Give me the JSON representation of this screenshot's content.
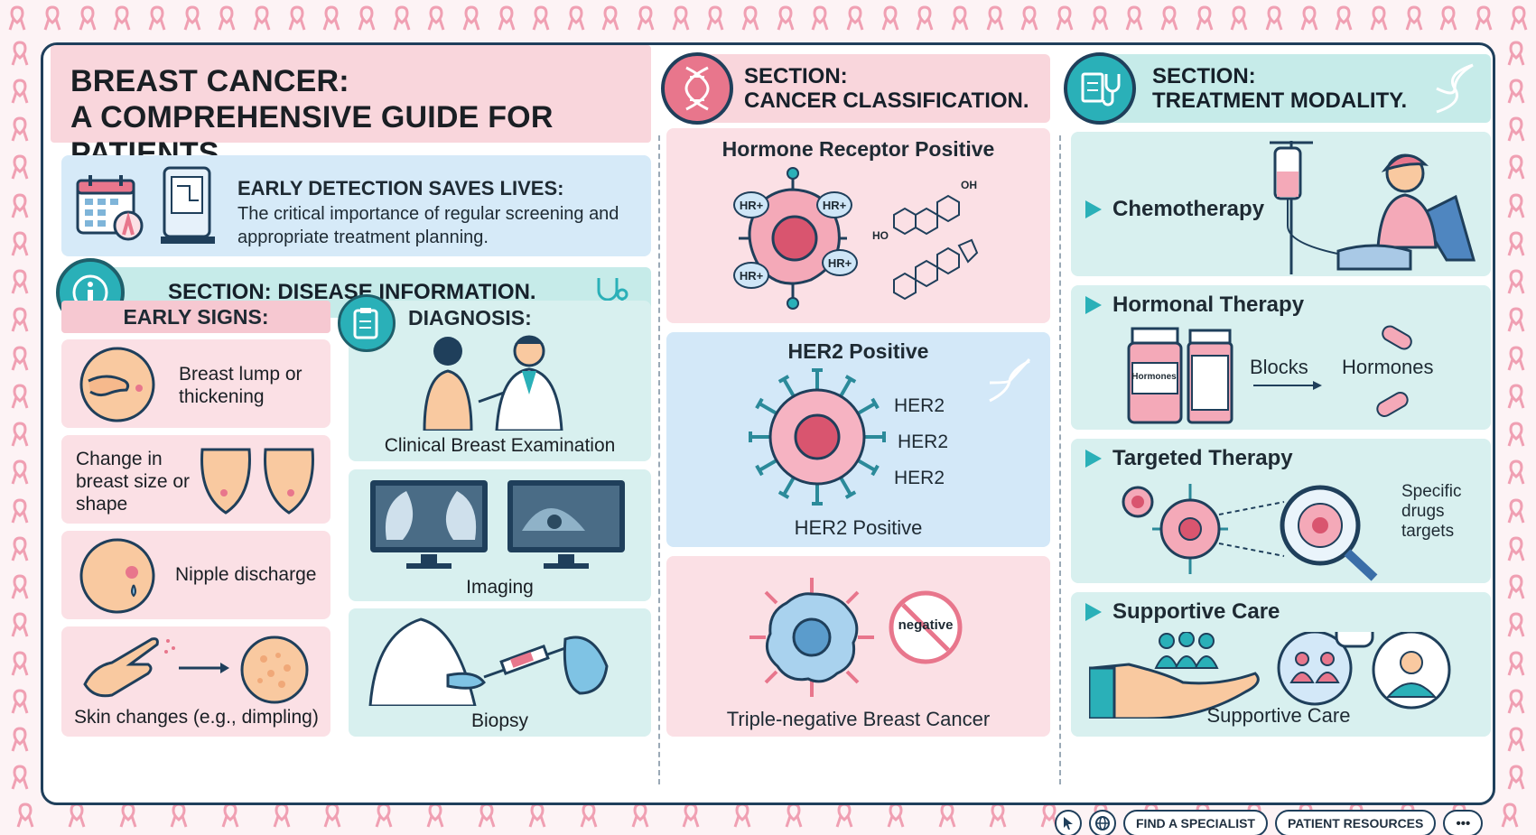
{
  "title": {
    "line1": "BREAST CANCER:",
    "line2": "A COMPREHENSIVE GUIDE FOR PATIENTS"
  },
  "early_detection": {
    "heading": "EARLY DETECTION SAVES LIVES:",
    "text": "The critical importance of regular screening and appropriate treatment planning."
  },
  "disease_info": {
    "section_label": "SECTION: DISEASE INFORMATION.",
    "early_signs_label": "EARLY SIGNS:",
    "signs": [
      "Breast lump or thickening",
      "Change in breast size or shape",
      "Nipple discharge",
      "Skin changes (e.g., dimpling)"
    ],
    "diagnosis_label": "DIAGNOSIS:",
    "diagnosis": [
      "Clinical Breast Examination",
      "Imaging",
      "Biopsy"
    ]
  },
  "classification": {
    "section_line1": "SECTION:",
    "section_line2": "CANCER CLASSIFICATION.",
    "hr_title": "Hormone Receptor Positive",
    "hr_marker": "HR+",
    "chem_oh": "OH",
    "chem_ho": "HO",
    "her2_title": "HER2 Positive",
    "her2_markers": [
      "HER2",
      "HER2",
      "HER2"
    ],
    "her2_caption": "HER2 Positive",
    "negative_sign": "negative",
    "tnbc_caption": "Triple-negative Breast Cancer"
  },
  "treatment": {
    "section_line1": "SECTION:",
    "section_line2": "TREATMENT MODALITY.",
    "chemo": "Chemotherapy",
    "hormonal": "Hormonal Therapy",
    "bottle_label": "Hormones",
    "blocks": "Blocks",
    "hormones": "Hormones",
    "targeted": "Targeted Therapy",
    "specific": "Specific drugs targets",
    "supportive": "Supportive Care",
    "supportive_caption": "Supportive Care"
  },
  "footer": {
    "find_specialist": "FIND A SPECIALIST",
    "patient_resources": "PATIENT RESOURCES",
    "more": "•••"
  },
  "colors": {
    "pink": "#fbe0e5",
    "teal": "#d8f0ef",
    "blue": "#d3e8f8",
    "accent_teal": "#2ab0b8",
    "accent_pink": "#e8768c",
    "navy": "#1f3f5b"
  }
}
